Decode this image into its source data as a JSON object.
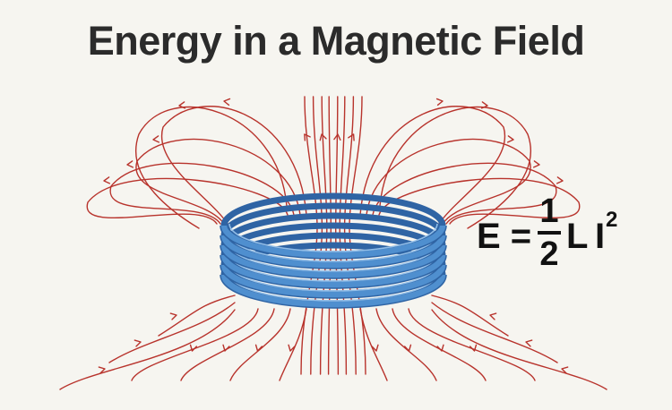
{
  "title": "Energy in a Magnetic Field",
  "formula": {
    "lhs": "E =",
    "numerator": "1",
    "denominator": "2",
    "var1": "L",
    "var2": "I",
    "exponent": "2"
  },
  "colors": {
    "field_line": "#b8332c",
    "coil": "#4f8fcf",
    "coil_dark": "#2f64a4",
    "coil_light": "#9cc6ee",
    "background": "#f6f5f0",
    "text": "#2b2b2b"
  },
  "coil": {
    "turns": 6
  }
}
